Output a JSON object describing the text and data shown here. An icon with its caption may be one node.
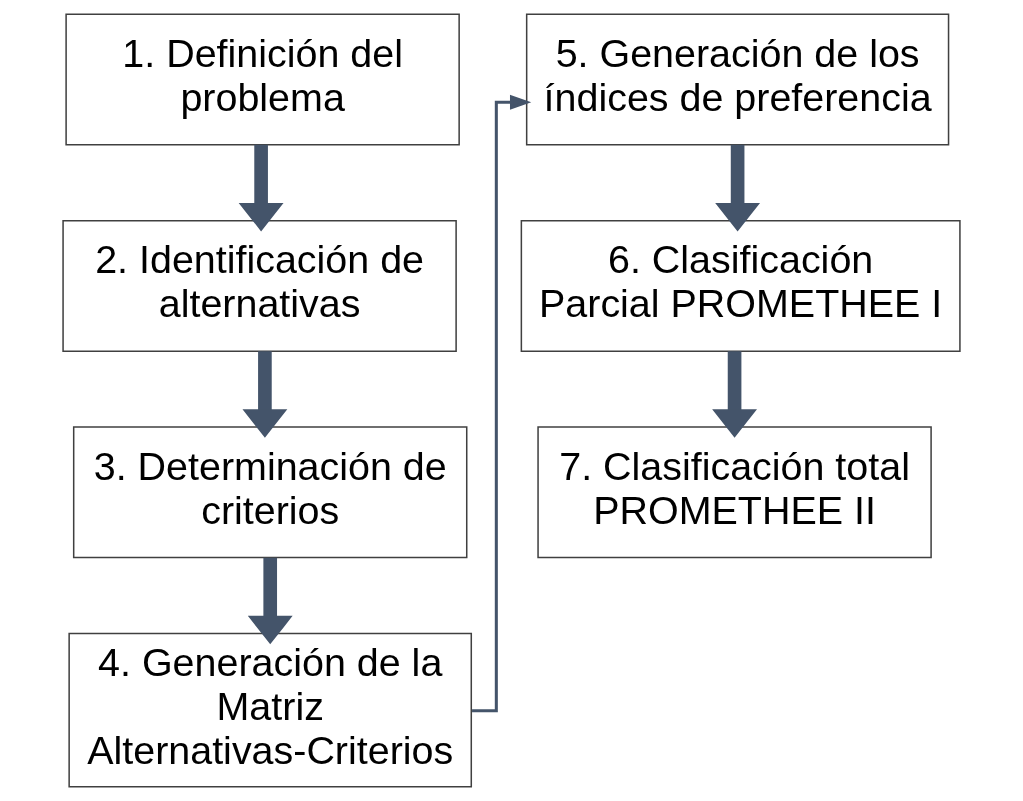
{
  "diagram": {
    "nodes": [
      {
        "text": [
          "1. Definición del problema"
        ]
      },
      {
        "text": [
          "2. Identificación de alternativas"
        ]
      },
      {
        "text": [
          "3. Determinación de criterios"
        ]
      },
      {
        "text": [
          "4. Generación de la Matriz Alternativas-Criterios"
        ]
      },
      {
        "text": [
          "5. Generación de los índices de preferencia"
        ]
      },
      {
        "text": [
          "6. Clasificación Parcial PROMETHEE I"
        ]
      },
      {
        "text": [
          "7. Clasificación total PROMETHEE II"
        ]
      }
    ],
    "edges": [
      {
        "from": 0,
        "to": 1,
        "arrow": "to"
      },
      {
        "from": 1,
        "to": 2,
        "arrow": "to"
      },
      {
        "from": 2,
        "to": 3,
        "arrow": "to"
      },
      {
        "from": 3,
        "to": 4,
        "arrow": "to"
      },
      {
        "from": 4,
        "to": 5,
        "arrow": "to"
      },
      {
        "from": 5,
        "to": 6,
        "arrow": "to"
      }
    ]
  }
}
